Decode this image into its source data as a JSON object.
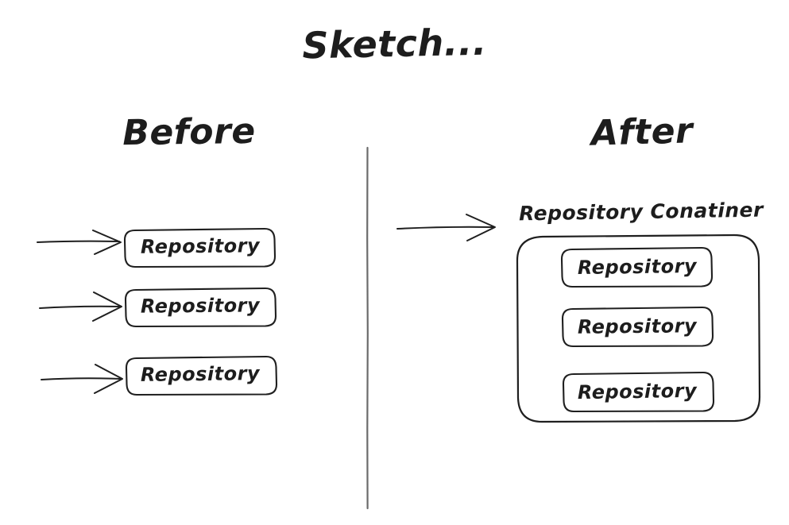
{
  "page": {
    "title": "Sketch...",
    "background_color": "#ffffff",
    "ink_color": "#1f1f1f",
    "divider_color": "#6b6b6b"
  },
  "columns": {
    "before": {
      "heading": "Before",
      "boxes": [
        {
          "label": "Repository"
        },
        {
          "label": "Repository"
        },
        {
          "label": "Repository"
        }
      ],
      "arrows": [
        {
          "name": "arrow-to-repository-1"
        },
        {
          "name": "arrow-to-repository-2"
        },
        {
          "name": "arrow-to-repository-3"
        }
      ]
    },
    "after": {
      "heading": "After",
      "container_label": "Repository Conatiner",
      "boxes": [
        {
          "label": "Repository"
        },
        {
          "label": "Repository"
        },
        {
          "label": "Repository"
        }
      ],
      "arrows": [
        {
          "name": "arrow-to-repository-container"
        }
      ]
    }
  },
  "divider": {
    "name": "vertical-divider"
  }
}
